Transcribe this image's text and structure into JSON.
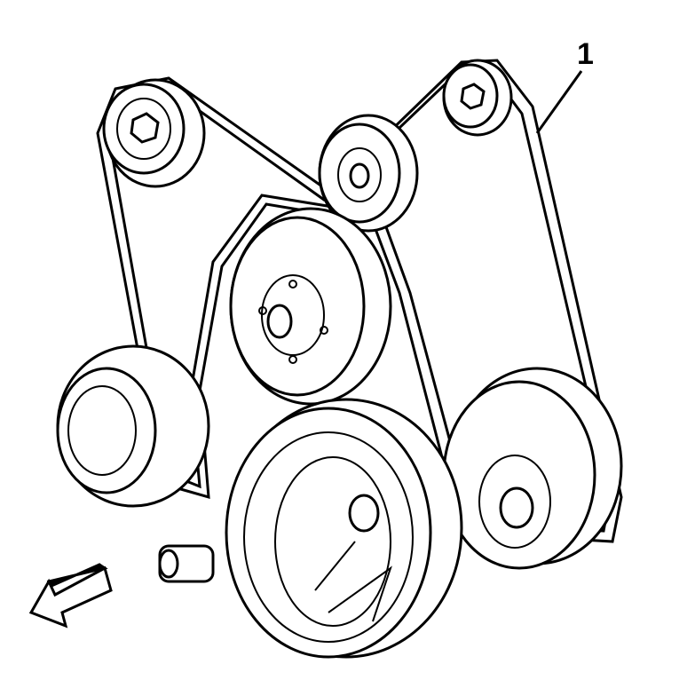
{
  "diagram": {
    "type": "serpentine drive belt routing",
    "callouts": [
      {
        "label": "1",
        "refers_to": "drive-belt"
      }
    ],
    "components": [
      "idler-pulley-upper-left",
      "idler-pulley-top",
      "belt-tensioner-pulley",
      "water-pump-pulley",
      "generator-pulley",
      "crankshaft-balancer-pulley",
      "power-steering-pump-pulley"
    ],
    "direction_arrow": "front-of-vehicle-arrow",
    "colors": {
      "line": "#000000",
      "background": "#ffffff"
    }
  }
}
